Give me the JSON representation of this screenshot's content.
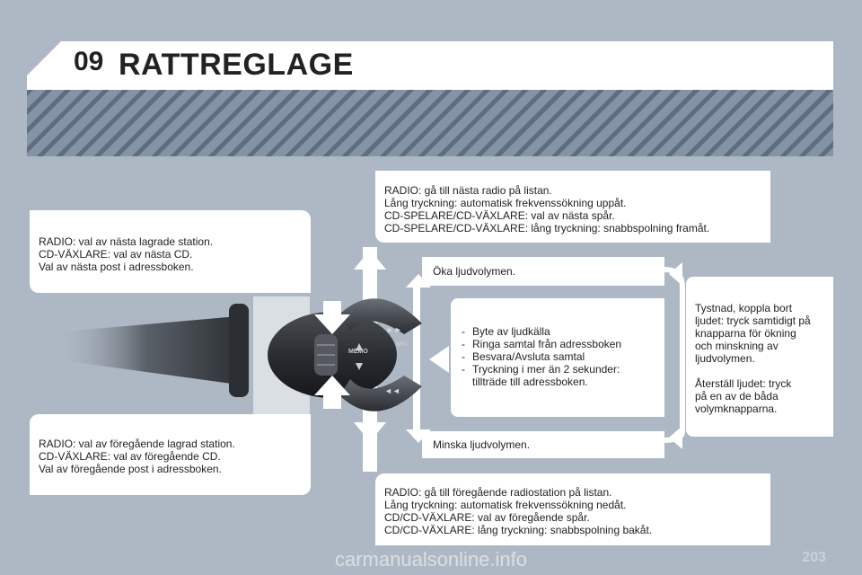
{
  "header": {
    "chapter": "09",
    "title": "RATTREGLAGE"
  },
  "boxes": {
    "top_left": [
      "RADIO: val av nästa lagrade station.",
      "CD-VÄXLARE: val av nästa CD.",
      "Val av nästa post i adressboken."
    ],
    "bottom_left": [
      "RADIO: val av föregående lagrad station.",
      "CD-VÄXLARE: val av föregående CD.",
      "Val av föregående post i adressboken."
    ],
    "top_right": [
      "RADIO: gå till nästa radio på listan.",
      "Lång tryckning: automatisk frekvenssökning uppåt.",
      "CD-SPELARE/CD-VÄXLARE: val av nästa spår.",
      "CD-SPELARE/CD-VÄXLARE: lång tryckning: snabbspolning framåt."
    ],
    "bottom_right": [
      "RADIO: gå till föregående radiostation på listan.",
      "Lång tryckning: automatisk frekvenssökning nedåt.",
      "CD/CD-VÄXLARE: val av föregående spår.",
      "CD/CD-VÄXLARE: lång tryckning: snabbspolning bakåt."
    ],
    "volume_up": "Öka ljudvolymen.",
    "volume_down": "Minska ljudvolymen.",
    "src_items": [
      "Byte av ljudkälla",
      "Ringa samtal från adressboken",
      "Besvara/Avsluta samtal",
      "Tryckning i mer än 2 sekunder:\ntillträde till adressboken."
    ],
    "mute": [
      "Tystnad, koppla bort",
      "ljudet: tryck samtidigt på",
      "knapparna för ökning",
      "och minskning av",
      "ljudvolymen."
    ],
    "restore": [
      "Återställ ljudet: tryck",
      "på en av de båda",
      "volymknapparna."
    ]
  },
  "control": {
    "memo_label": "MEMO",
    "src_label": "SRC",
    "next_symbol": "►►",
    "prev_symbol": "◄◄"
  },
  "footer": {
    "page_number": "203",
    "watermark": "carmanualsonline.info"
  }
}
